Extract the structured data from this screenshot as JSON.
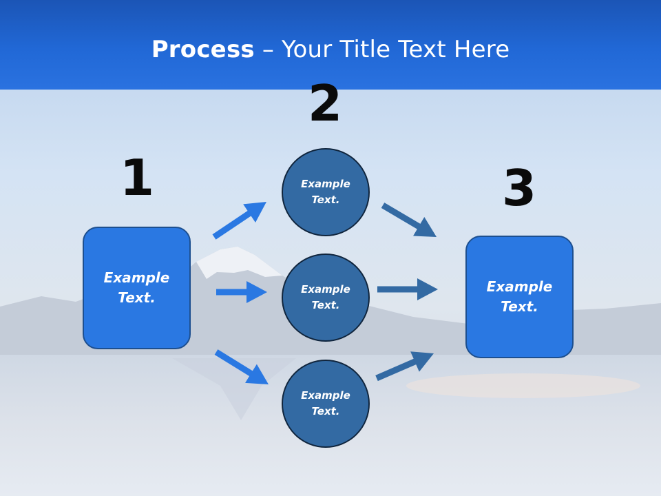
{
  "slide": {
    "title_bold": "Process",
    "title_rest": " – Your Title Text Here"
  },
  "steps": [
    {
      "number": "1"
    },
    {
      "number": "2"
    },
    {
      "number": "3"
    }
  ],
  "nodes": {
    "start": {
      "text": "Example\nText."
    },
    "middle": [
      {
        "text": "Example\nText."
      },
      {
        "text": "Example\nText."
      },
      {
        "text": "Example\nText."
      }
    ],
    "end": {
      "text": "Example\nText."
    }
  },
  "colors": {
    "title_band": "#2168d6",
    "box_fill": "#2a78e2",
    "circle_fill": "#336aa3",
    "arrow_left": "#2a78e2",
    "arrow_right": "#336aa3"
  }
}
